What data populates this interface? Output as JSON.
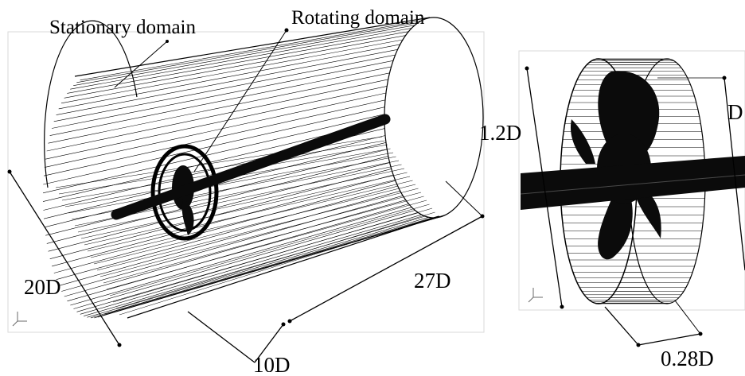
{
  "labels": {
    "stationary_domain": "Stationary domain",
    "rotating_domain": "Rotating domain"
  },
  "dimensions": {
    "domain_diameter": "20D",
    "upstream_length": "10D",
    "downstream_length": "27D",
    "rotating_diameter": "1.2D",
    "propeller_diameter": "D",
    "rotating_thickness": "0.28D"
  },
  "colors": {
    "mesh_line": "#000000",
    "solid": "#0b0b0b",
    "frame": "#d8d8d8",
    "background": "#ffffff"
  }
}
